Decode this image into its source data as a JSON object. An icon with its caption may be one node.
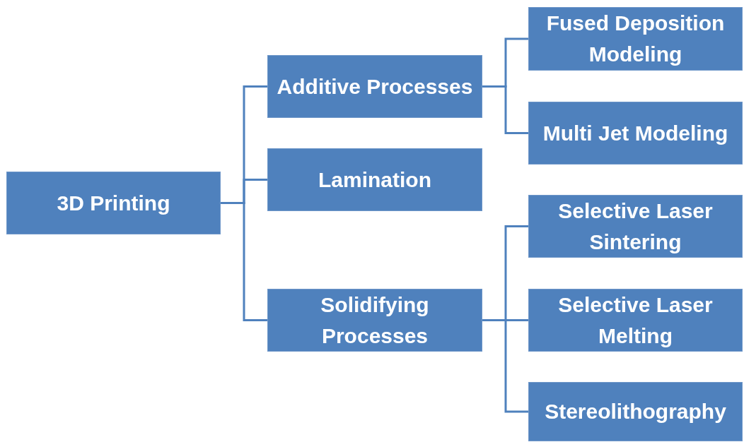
{
  "diagram": {
    "nodes": [
      {
        "text": [
          "3D Printing"
        ]
      },
      {
        "text": [
          "Additive Processes"
        ]
      },
      {
        "text": [
          "Fused Deposition Modeling"
        ]
      },
      {
        "text": [
          "Multi Jet Modeling"
        ]
      },
      {
        "text": [
          "Lamination"
        ]
      },
      {
        "text": [
          "Solidifying Processes"
        ]
      },
      {
        "text": [
          "Selective Laser Sintering"
        ]
      },
      {
        "text": [
          "Selective Laser Melting"
        ]
      },
      {
        "text": [
          "Stereolithography"
        ]
      }
    ],
    "edges": [
      {
        "from": 0,
        "to": 1,
        "arrow": "none"
      },
      {
        "from": 0,
        "to": 4,
        "arrow": "none"
      },
      {
        "from": 0,
        "to": 5,
        "arrow": "none"
      },
      {
        "from": 1,
        "to": 2,
        "arrow": "none"
      },
      {
        "from": 1,
        "to": 3,
        "arrow": "none"
      },
      {
        "from": 5,
        "to": 6,
        "arrow": "none"
      },
      {
        "from": 5,
        "to": 7,
        "arrow": "none"
      },
      {
        "from": 5,
        "to": 8,
        "arrow": "none"
      }
    ]
  }
}
